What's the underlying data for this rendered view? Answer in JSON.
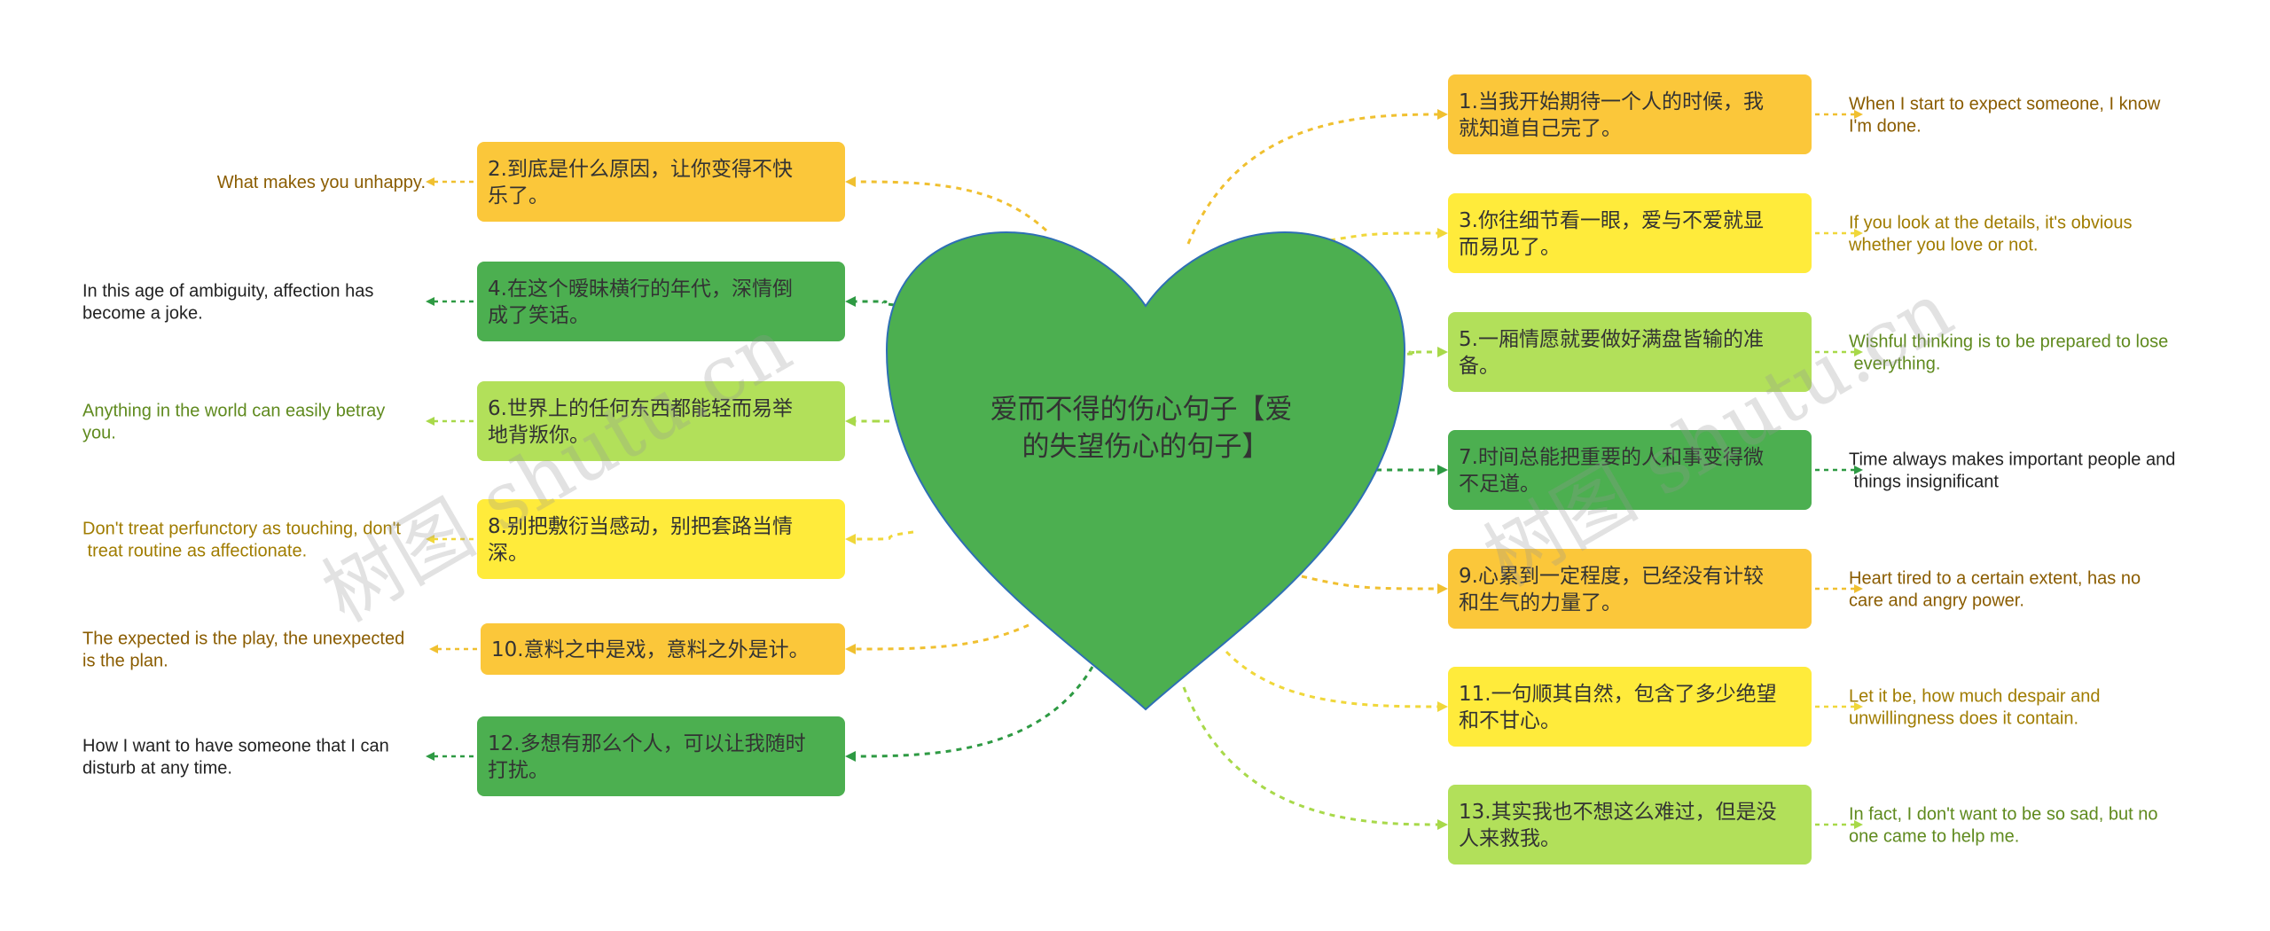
{
  "center": {
    "line1": "爱而不得的伤心句子【爱",
    "line2": "的失望伤心的句子】",
    "color": "#4caf50"
  },
  "watermark": "树图 shutu.cn",
  "colors": {
    "yellow": "#ffeb3b",
    "amber": "#fbc73a",
    "green": "#4caf50",
    "light_green": "#b2e05a"
  },
  "nodes": [
    {
      "id": "n1",
      "side": "right",
      "color": "amber",
      "lines": [
        "1.当我开始期待一个人的时候，我",
        "就知道自己完了。"
      ],
      "leaf": [
        "When I start to expect someone, I know",
        "I'm done."
      ]
    },
    {
      "id": "n2",
      "side": "left",
      "color": "amber",
      "lines": [
        "2.到底是什么原因，让你变得不快",
        "乐了。"
      ],
      "leaf": [
        "What makes you unhappy."
      ]
    },
    {
      "id": "n3",
      "side": "right",
      "color": "yellow",
      "lines": [
        "3.你往细节看一眼，爱与不爱就显",
        "而易见了。"
      ],
      "leaf": [
        "If you look at the details, it's obvious",
        "whether you love or not."
      ]
    },
    {
      "id": "n4",
      "side": "left",
      "color": "green",
      "lines": [
        "4.在这个暧昧横行的年代，深情倒",
        "成了笑话。"
      ],
      "leaf": [
        "In this age of ambiguity, affection has",
        "become a joke."
      ]
    },
    {
      "id": "n5",
      "side": "right",
      "color": "light_green",
      "lines": [
        "5.一厢情愿就要做好满盘皆输的准",
        "备。"
      ],
      "leaf": [
        "Wishful thinking is to be prepared to lose",
        " everything."
      ]
    },
    {
      "id": "n6",
      "side": "left",
      "color": "light_green",
      "lines": [
        "6.世界上的任何东西都能轻而易举",
        "地背叛你。"
      ],
      "leaf": [
        "Anything in the world can easily betray",
        "you."
      ]
    },
    {
      "id": "n7",
      "side": "right",
      "color": "green",
      "lines": [
        "7.时间总能把重要的人和事变得微",
        "不足道。"
      ],
      "leaf": [
        "Time always makes important people and",
        " things insignificant"
      ]
    },
    {
      "id": "n8",
      "side": "left",
      "color": "yellow",
      "lines": [
        "8.别把敷衍当感动，别把套路当情",
        "深。"
      ],
      "leaf": [
        "Don't treat perfunctory as touching, don't",
        " treat routine as affectionate."
      ]
    },
    {
      "id": "n9",
      "side": "right",
      "color": "amber",
      "lines": [
        "9.心累到一定程度，已经没有计较",
        "和生气的力量了。"
      ],
      "leaf": [
        "Heart tired to a certain extent, has no",
        "care and angry power."
      ]
    },
    {
      "id": "n10",
      "side": "left",
      "color": "amber",
      "lines": [
        "10.意料之中是戏，意料之外是计。"
      ],
      "leaf": [
        "The expected is the play, the unexpected",
        "is the plan."
      ]
    },
    {
      "id": "n11",
      "side": "right",
      "color": "yellow",
      "lines": [
        "11.一句顺其自然，包含了多少绝望",
        "和不甘心。"
      ],
      "leaf": [
        "Let it be, how much despair and",
        "unwillingness does it contain."
      ]
    },
    {
      "id": "n12",
      "side": "left",
      "color": "green",
      "lines": [
        "12.多想有那么个人，可以让我随时",
        "打扰。"
      ],
      "leaf": [
        "How I want to have someone that I can",
        "disturb at any time."
      ]
    },
    {
      "id": "n13",
      "side": "right",
      "color": "light_green",
      "lines": [
        "13.其实我也不想这么难过，但是没",
        "人来救我。"
      ],
      "leaf": [
        "In fact, I don't want to be so sad, but no",
        "one came to help me."
      ]
    }
  ]
}
